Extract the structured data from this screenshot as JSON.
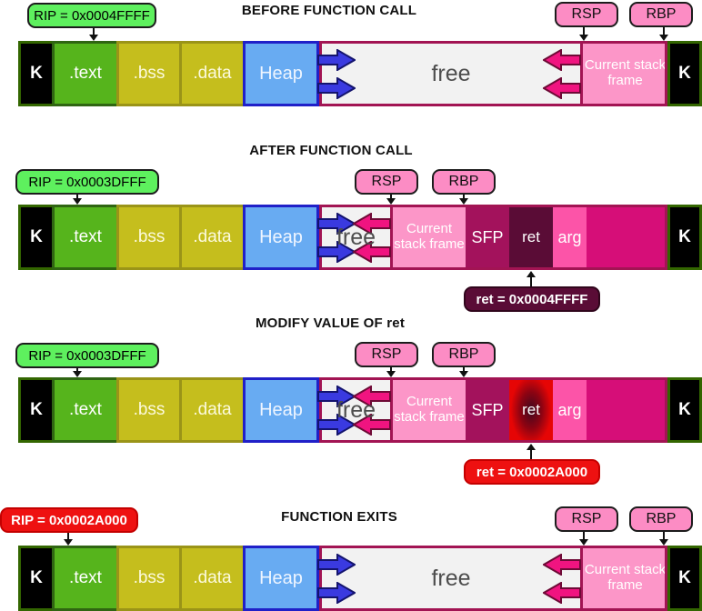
{
  "sections": [
    {
      "title": "BEFORE FUNCTION CALL",
      "rip_label": "RIP = 0x0004FFFF",
      "rsp_label": "RSP",
      "rbp_label": "RBP",
      "segments": {
        "kernel_left": "K",
        "text_seg": ".text",
        "bss": ".bss",
        "data": ".data",
        "heap": "Heap",
        "free": "free",
        "stack_frame": "Current stack frame",
        "kernel_right": "K"
      }
    },
    {
      "title": "AFTER FUNCTION CALL",
      "rip_label": "RIP = 0x0003DFFF",
      "rsp_label": "RSP",
      "rbp_label": "RBP",
      "ret_value_label": "ret = 0x0004FFFF",
      "segments": {
        "kernel_left": "K",
        "text_seg": ".text",
        "bss": ".bss",
        "data": ".data",
        "heap": "Heap",
        "free": "free",
        "stack_frame": "Current stack frame",
        "sfp": "SFP",
        "ret": "ret",
        "arg": "arg",
        "kernel_right": "K"
      }
    },
    {
      "title": "MODIFY VALUE OF ret",
      "rip_label": "RIP = 0x0003DFFF",
      "rsp_label": "RSP",
      "rbp_label": "RBP",
      "ret_value_label": "ret = 0x0002A000",
      "segments": {
        "kernel_left": "K",
        "text_seg": ".text",
        "bss": ".bss",
        "data": ".data",
        "heap": "Heap",
        "free": "free",
        "stack_frame": "Current stack frame",
        "sfp": "SFP",
        "ret": "ret",
        "arg": "arg",
        "kernel_right": "K"
      }
    },
    {
      "title": "FUNCTION EXITS",
      "rip_label": "RIP = 0x0002A000",
      "rsp_label": "RSP",
      "rbp_label": "RBP",
      "segments": {
        "kernel_left": "K",
        "text_seg": ".text",
        "bss": ".bss",
        "data": ".data",
        "heap": "Heap",
        "free": "free",
        "stack_frame": "Current stack frame",
        "kernel_right": "K"
      }
    }
  ],
  "colors": {
    "rip_green_bg": "#5ef05e",
    "rip_red_bg": "#ee1111",
    "register_badge_pink": "#fc8cc4",
    "ret_value_maroon_bg": "#5a0c36",
    "ret_value_red_bg": "#ee1111",
    "text_segment_green": "#56b41c",
    "bss_data_olive": "#c5be1d",
    "heap_blue": "#68abf2",
    "free_gray": "#f2f2f2",
    "stack_frame_pink": "#fc96c8",
    "sfp_magenta": "#a3125c",
    "ret_maroon": "#5a0c36",
    "arg_pink": "#fc54a8",
    "stack_rest_magenta": "#d60e78",
    "stack_border_maroon": "#a21453",
    "heap_growth_arrow_blue": "#3a3ae0",
    "stack_growth_arrow_pink": "#f01480"
  }
}
